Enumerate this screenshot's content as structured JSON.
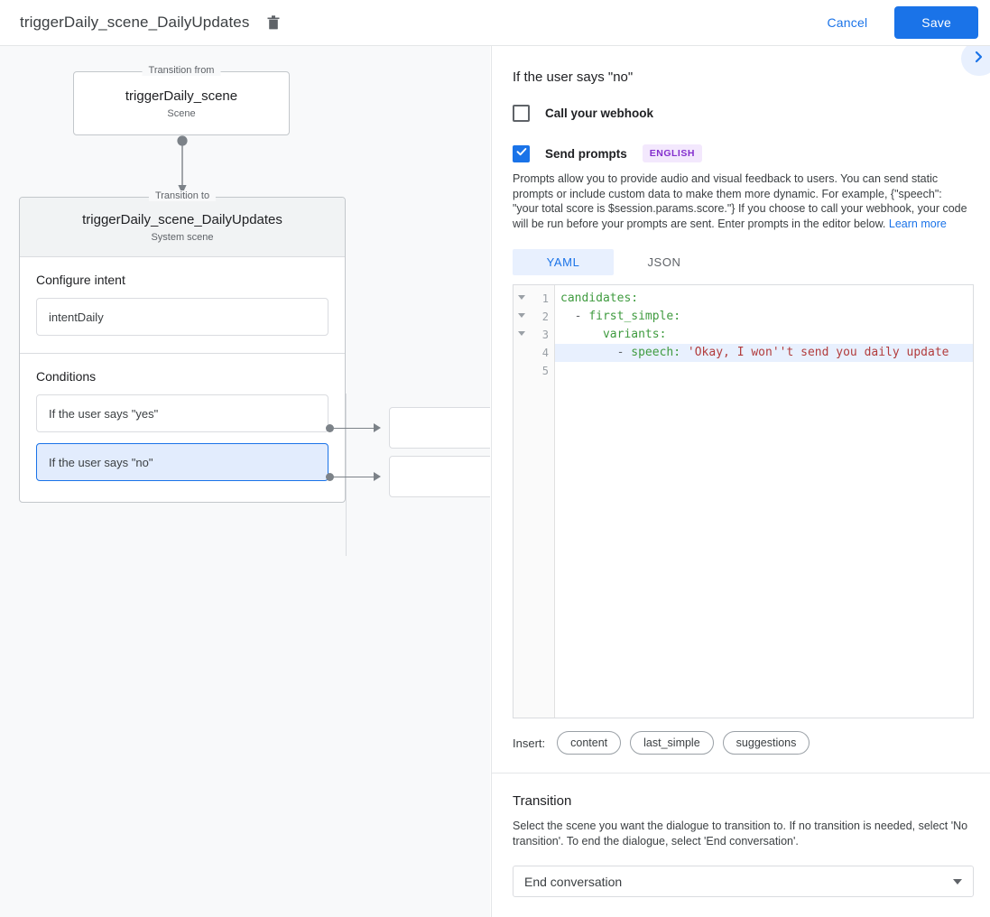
{
  "topbar": {
    "title": "triggerDaily_scene_DailyUpdates",
    "delete_icon": "trash-icon",
    "cancel_label": "Cancel",
    "save_label": "Save",
    "accent_color": "#1a73e8"
  },
  "canvas": {
    "from_node": {
      "legend": "Transition from",
      "title": "triggerDaily_scene",
      "subtitle": "Scene"
    },
    "to_node": {
      "legend": "Transition to",
      "title": "triggerDaily_scene_DailyUpdates",
      "subtitle": "System scene",
      "intent_section_label": "Configure intent",
      "intent_value": "intentDaily",
      "conditions_section_label": "Conditions",
      "conditions": [
        {
          "label": "If the user says \"yes\"",
          "selected": false
        },
        {
          "label": "If the user says \"no\"",
          "selected": true
        }
      ]
    }
  },
  "panel": {
    "heading": "If the user says \"no\"",
    "expand_icon": "chevron-right-icon",
    "webhook": {
      "label": "Call your webhook",
      "checked": false
    },
    "prompts": {
      "label": "Send prompts",
      "checked": true,
      "language_badge": "ENGLISH",
      "badge_color": "#8430ce",
      "description": "Prompts allow you to provide audio and visual feedback to users. You can send static prompts or include custom data to make them more dynamic. For example, {\"speech\": \"your total score is $session.params.score.\"} If you choose to call your webhook, your code will be run before your prompts are sent. Enter prompts in the editor below.",
      "learn_more": "Learn more"
    },
    "editor": {
      "tabs": [
        {
          "label": "YAML",
          "active": true
        },
        {
          "label": "JSON",
          "active": false
        }
      ],
      "line_numbers": [
        "1",
        "2",
        "3",
        "4",
        "5"
      ],
      "folds": [
        true,
        true,
        true,
        false,
        false
      ],
      "highlighted_line": 4,
      "lines": [
        {
          "key": "candidates:",
          "indent": "",
          "dash": "",
          "value": ""
        },
        {
          "key": "first_simple:",
          "indent": "  ",
          "dash": "- ",
          "value": ""
        },
        {
          "key": "variants:",
          "indent": "      ",
          "dash": "",
          "value": ""
        },
        {
          "key": "speech:",
          "indent": "        ",
          "dash": "- ",
          "value": " 'Okay, I won''t send you daily update"
        },
        {
          "key": "",
          "indent": "",
          "dash": "",
          "value": ""
        }
      ],
      "raw_text": "candidates:\n  - first_simple:\n      variants:\n        - speech: 'Okay, I won''t send you daily update"
    },
    "insert": {
      "label": "Insert:",
      "chips": [
        "content",
        "last_simple",
        "suggestions"
      ]
    },
    "transition": {
      "title": "Transition",
      "description": "Select the scene you want the dialogue to transition to. If no transition is needed, select 'No transition'. To end the dialogue, select 'End conversation'.",
      "selected_value": "End conversation",
      "caret_icon": "chevron-down-icon"
    }
  }
}
